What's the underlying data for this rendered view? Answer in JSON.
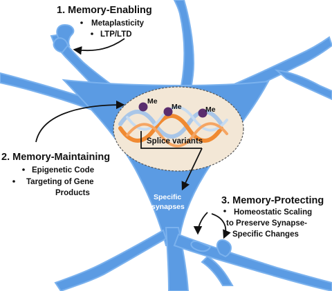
{
  "colors": {
    "neuron": "#5b9be3",
    "neuron_outline": "#7bb2ee",
    "nucleus_fill": "#f3e7d6",
    "dna_orange": "#f08a32",
    "dna_blue": "#a9c6e8",
    "methyl": "#5a2d6e",
    "arrow": "#111111"
  },
  "sections": [
    {
      "title": "1. Memory-Enabling",
      "items": [
        "Metaplasticity",
        "LTP/LTD"
      ]
    },
    {
      "title": "2. Memory-Maintaining",
      "items": [
        "Epigenetic Code",
        "Targeting of Gene",
        "Products"
      ]
    },
    {
      "title": "3. Memory-Protecting",
      "items": [
        "Homeostatic Scaling",
        "to Preserve Synapse-",
        "Specific Changes"
      ]
    }
  ],
  "nucleus": {
    "methyl_label": "Me",
    "splice_label": "Splice variants"
  },
  "synapses_label": [
    "Specific",
    "synapses"
  ]
}
